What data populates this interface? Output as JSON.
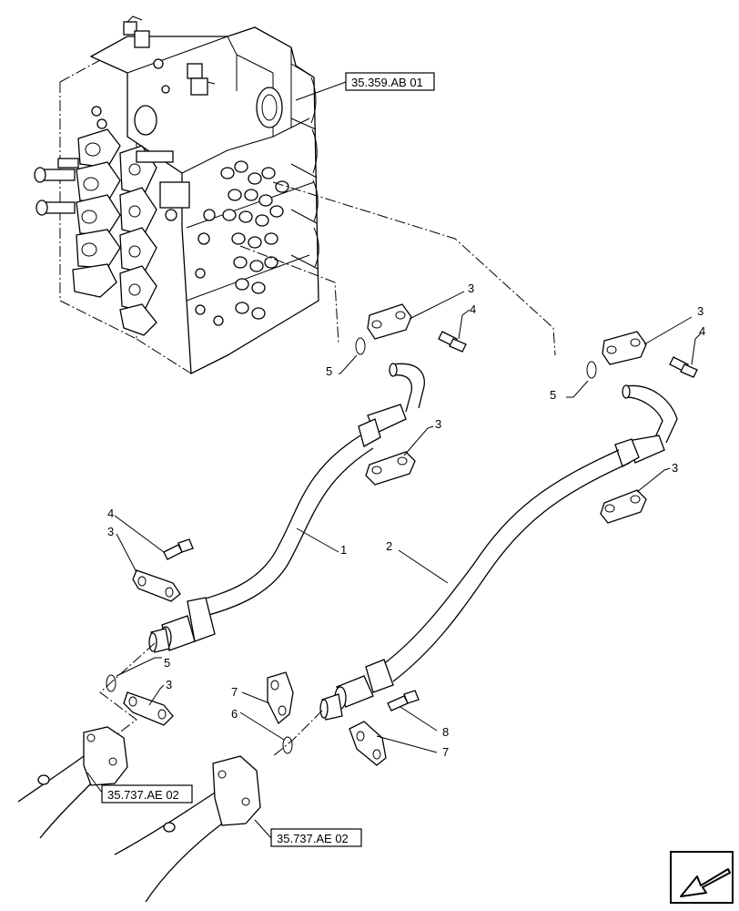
{
  "references": {
    "valve_block": "35.359.AB 01",
    "lower_left": "35.737.AE 02",
    "lower_right": "35.737.AE 02"
  },
  "callouts": {
    "hose_1": "1",
    "hose_2": "2",
    "clamp_a": "3",
    "clamp_b": "3",
    "clamp_c": "3",
    "clamp_d": "3",
    "clamp_e": "3",
    "clamp_f": "3",
    "screw_a": "4",
    "screw_b": "4",
    "screw_c": "4",
    "oring_a": "5",
    "oring_b": "5",
    "oring_c": "5",
    "oring_d": "6",
    "clamp_g": "7",
    "clamp_h": "7",
    "screw_d": "8"
  },
  "icons": {
    "nav": "arrow-down-left-icon"
  }
}
